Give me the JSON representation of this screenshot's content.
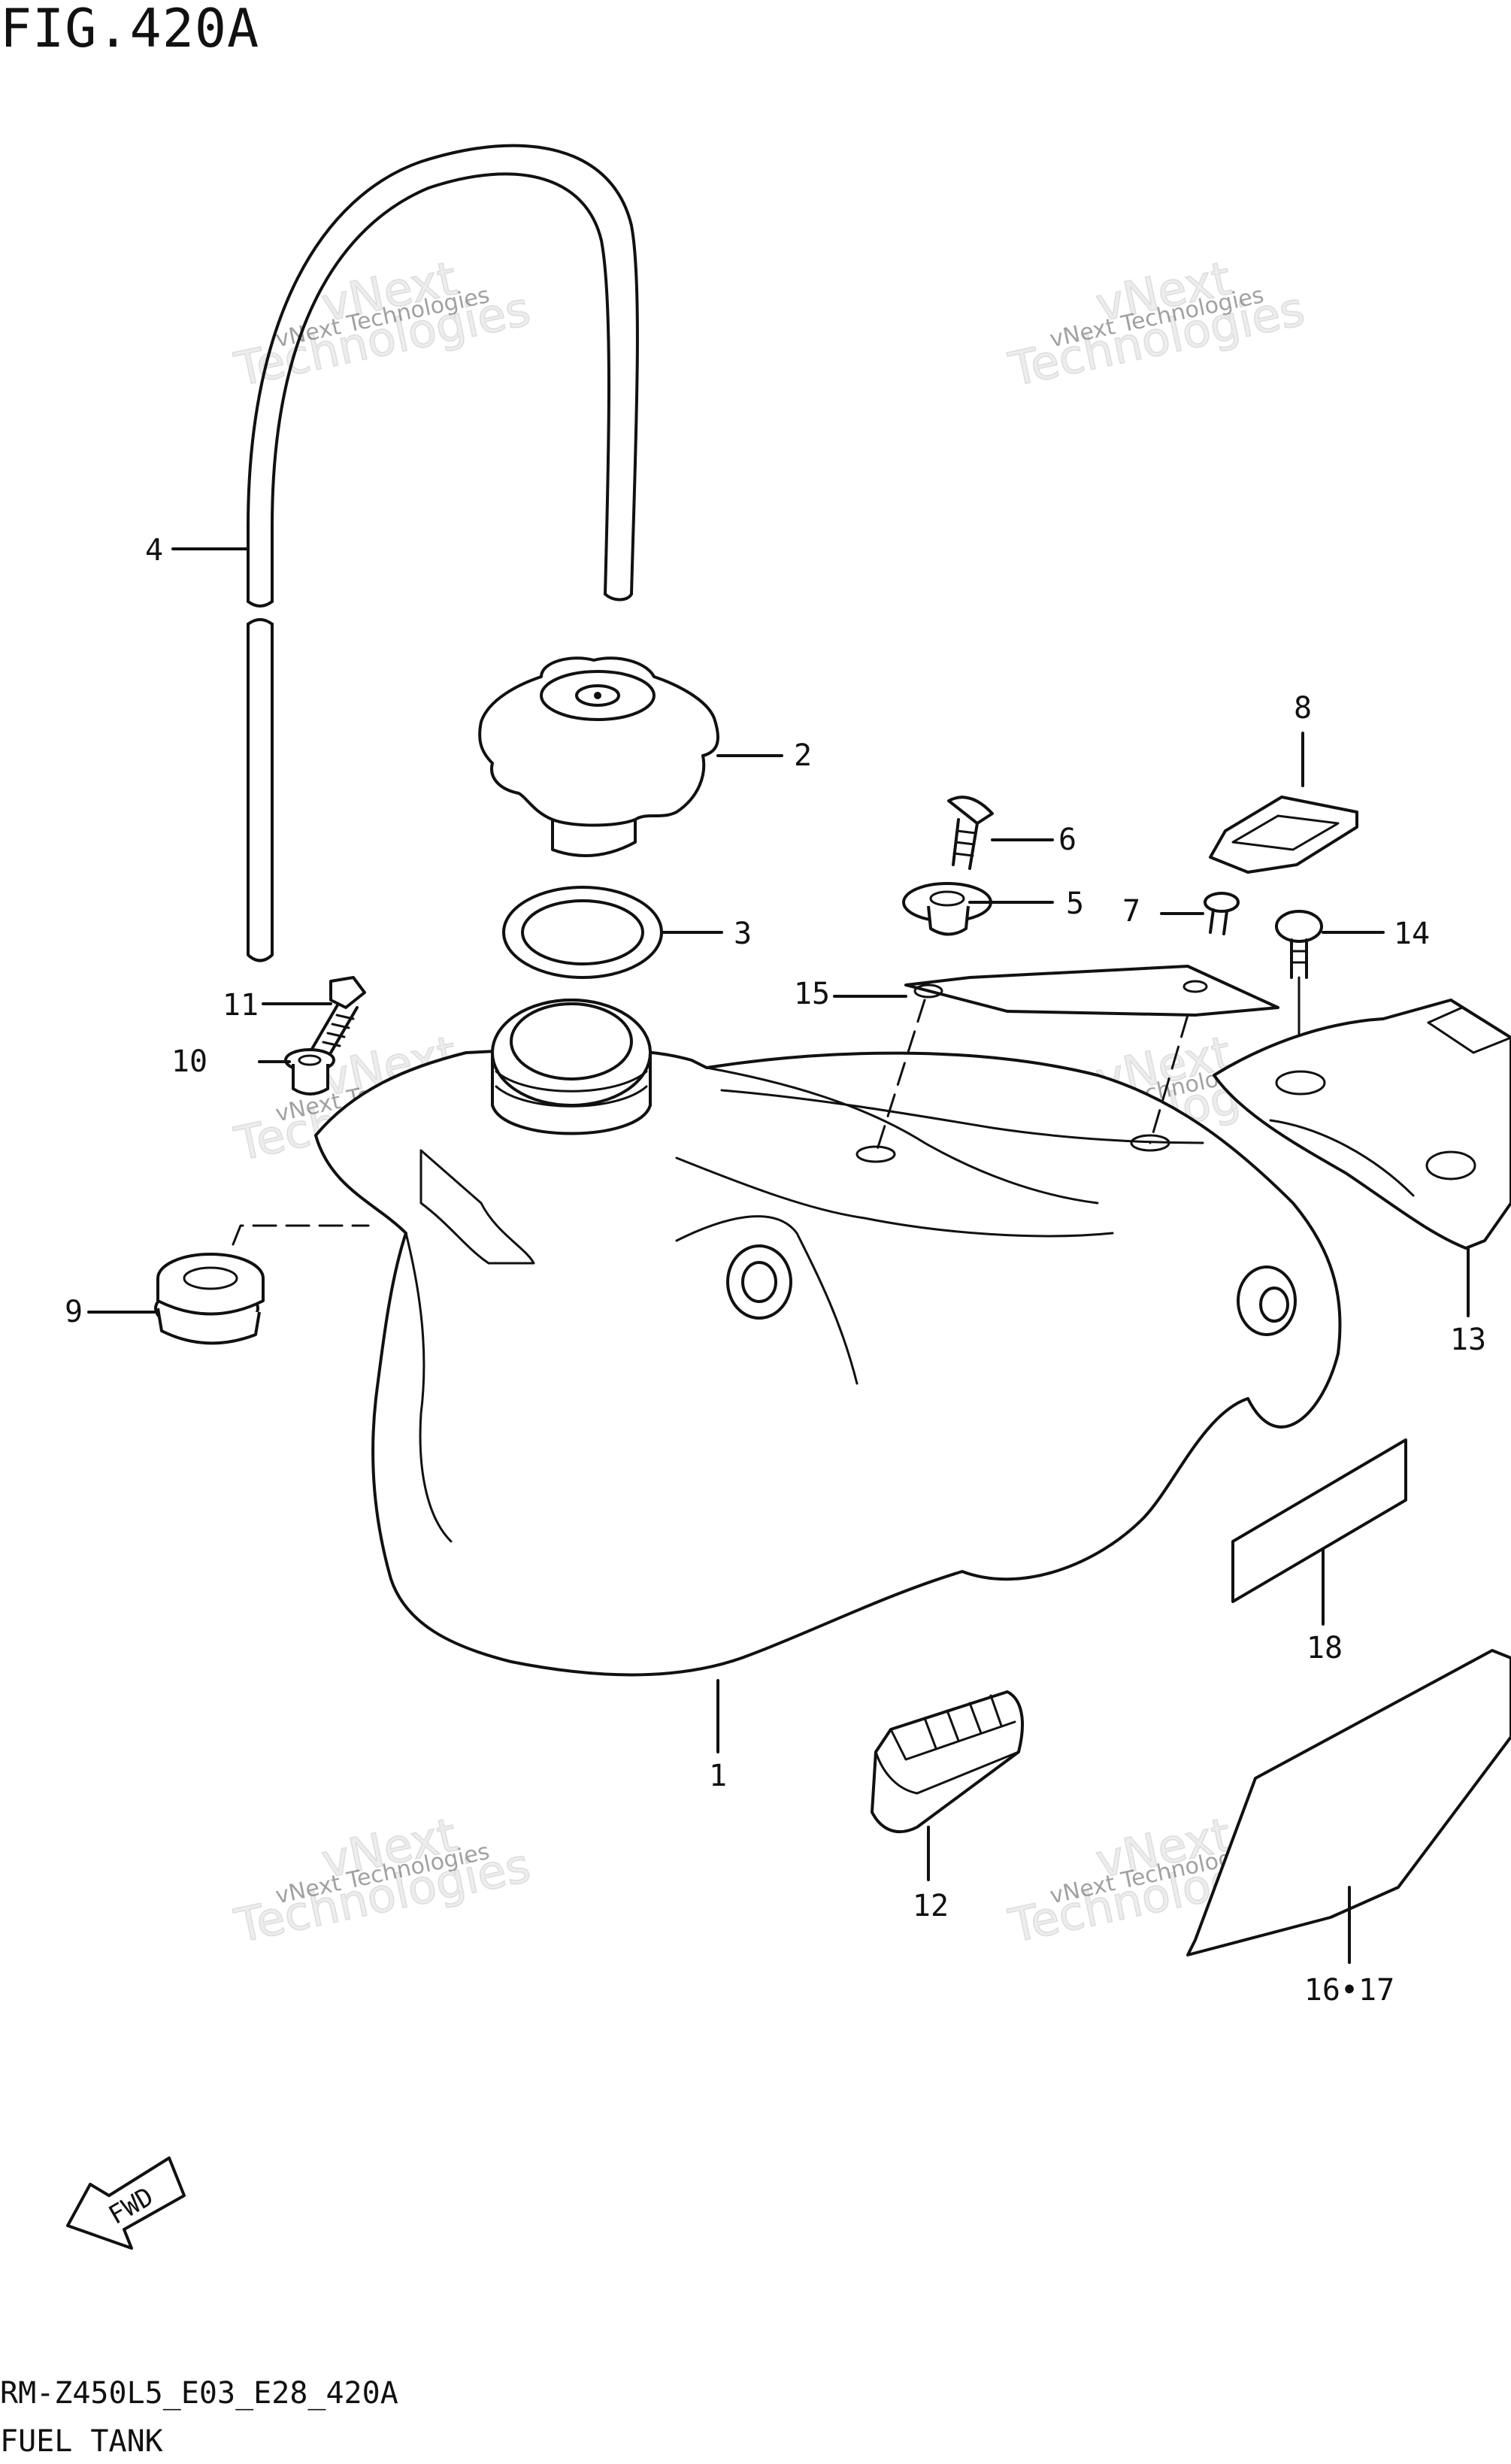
{
  "figure": {
    "title": "FIG.420A",
    "model_code": "RM-Z450L5_E03_E28_420A",
    "caption": "FUEL TANK"
  },
  "callouts": [
    {
      "id": "1",
      "label": "1"
    },
    {
      "id": "2",
      "label": "2"
    },
    {
      "id": "3",
      "label": "3"
    },
    {
      "id": "4",
      "label": "4"
    },
    {
      "id": "5",
      "label": "5"
    },
    {
      "id": "6",
      "label": "6"
    },
    {
      "id": "7",
      "label": "7"
    },
    {
      "id": "8",
      "label": "8"
    },
    {
      "id": "9",
      "label": "9"
    },
    {
      "id": "10",
      "label": "10"
    },
    {
      "id": "11",
      "label": "11"
    },
    {
      "id": "12",
      "label": "12"
    },
    {
      "id": "13",
      "label": "13"
    },
    {
      "id": "14",
      "label": "14"
    },
    {
      "id": "15",
      "label": "15"
    },
    {
      "id": "16-17",
      "label": "16•17"
    },
    {
      "id": "18",
      "label": "18"
    }
  ],
  "fwd_arrow": {
    "label": "FWD"
  },
  "watermark": {
    "line1": "vNext Technologies",
    "line2": "Technologies",
    "line3": "vNext"
  }
}
